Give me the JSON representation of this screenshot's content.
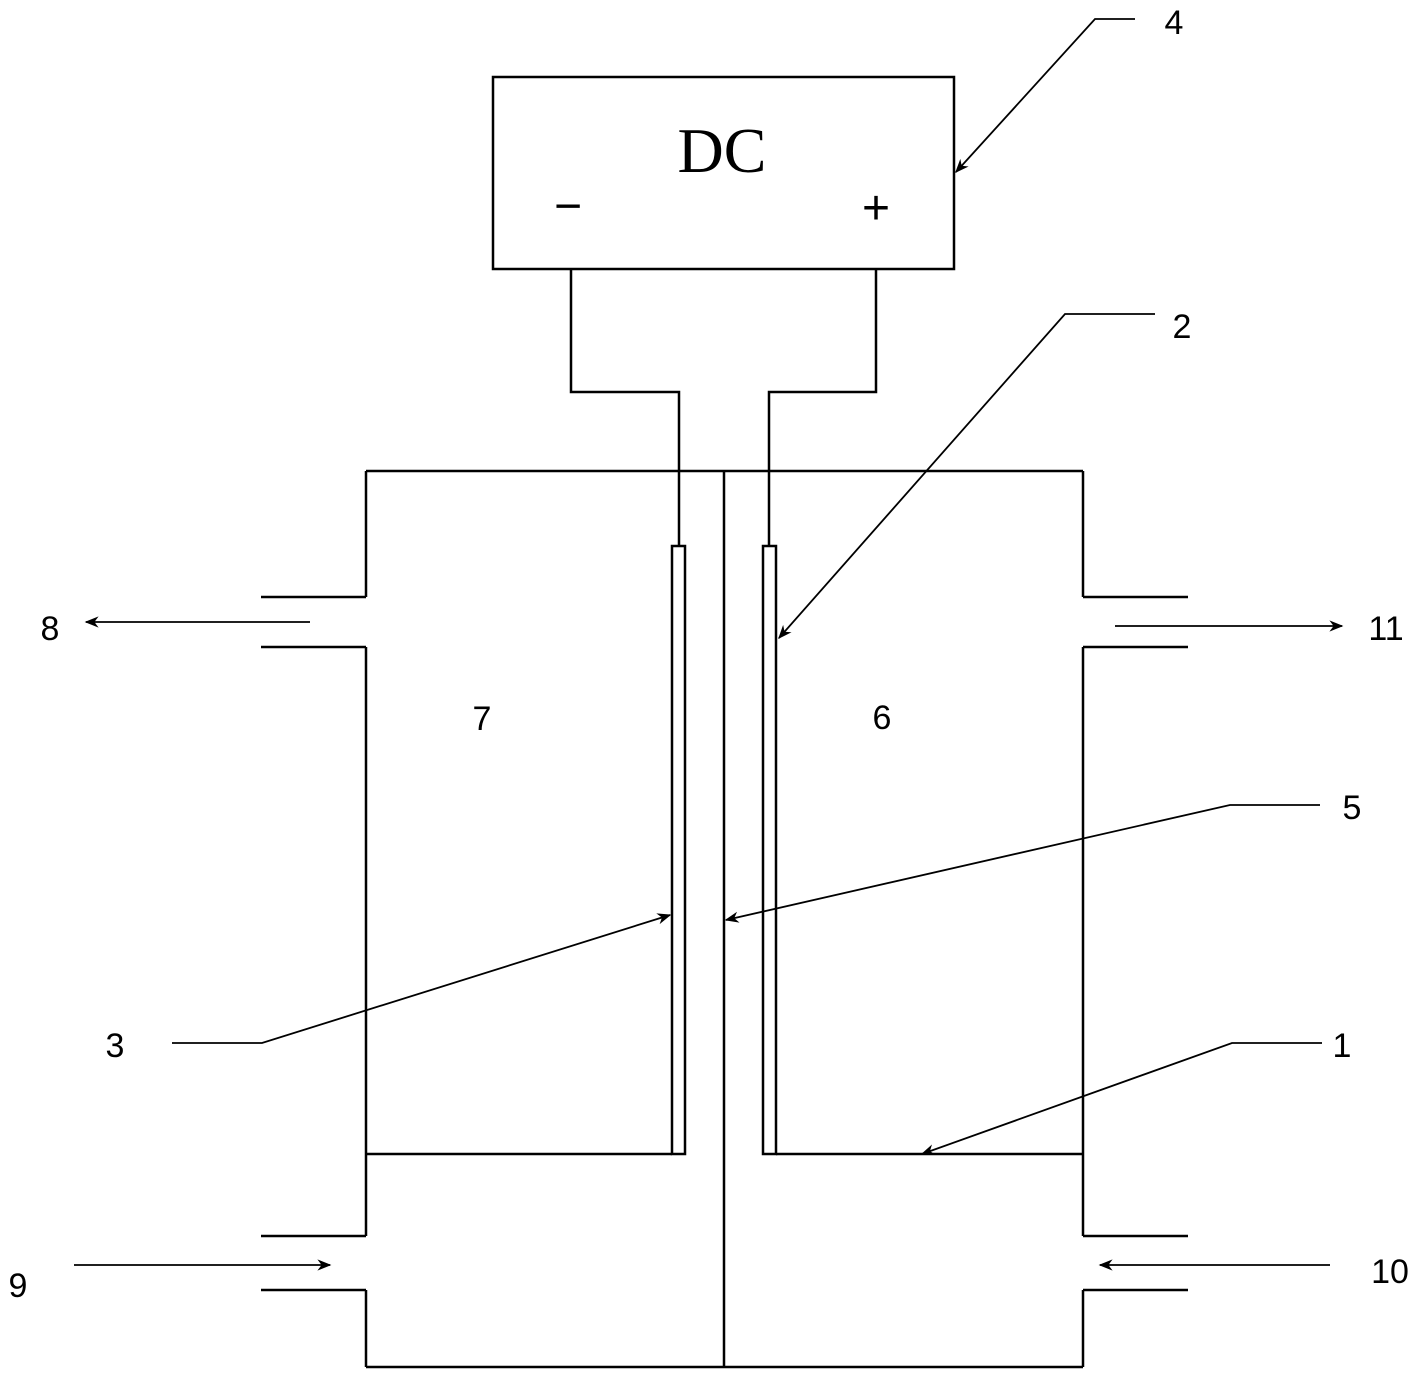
{
  "power_supply": {
    "label": "DC",
    "negative_sign": "−",
    "positive_sign": "+"
  },
  "chambers": {
    "left": "7",
    "right": "6"
  },
  "callouts": {
    "frame": "1",
    "anode": "2",
    "cathode": "3",
    "power_supply": "4",
    "membrane": "5",
    "outlet_left": "8",
    "inlet_left": "9",
    "inlet_right": "10",
    "outlet_right": "11"
  }
}
